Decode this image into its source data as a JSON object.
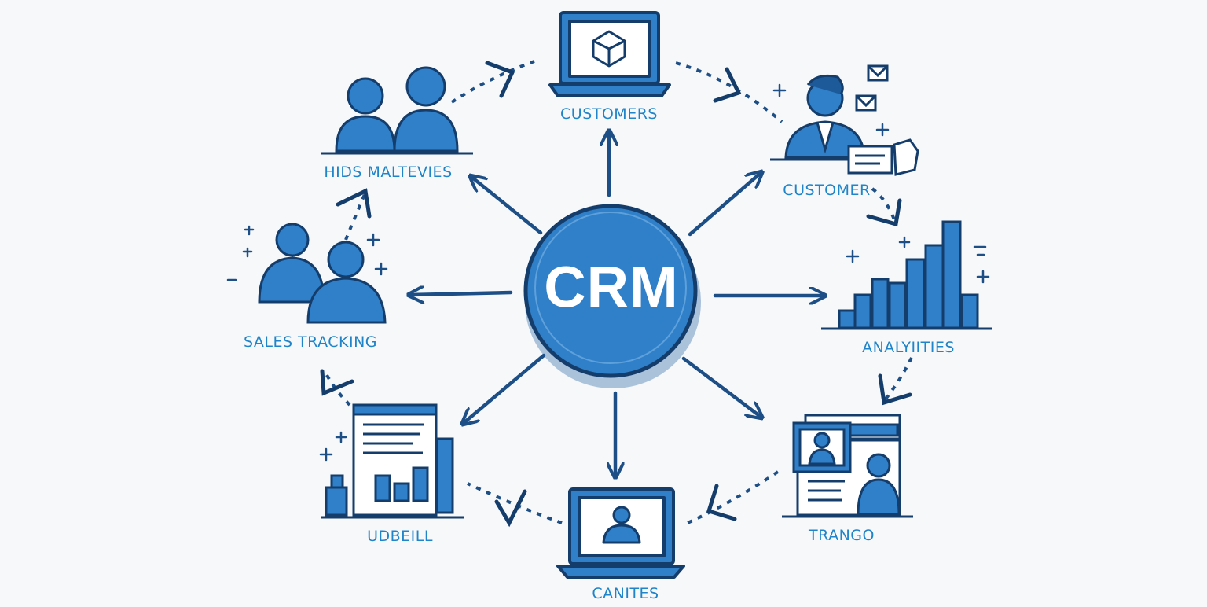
{
  "hub": {
    "label": "CRM"
  },
  "nodes": {
    "customers_top": "CUSTOMERS",
    "hids_maltevies": "HIDS MALTEVIES",
    "customer_right": "CUSTOMER",
    "sales_tracking": "SALES TRACKING",
    "analytics": "ANALYIITIES",
    "udbeill": "UDBEILL",
    "trango": "TRANGO",
    "canites": "CANITES"
  },
  "colors": {
    "primary": "#2f7fc9",
    "dark": "#143d6b",
    "label": "#1f84c9",
    "background": "#f7f8fa"
  }
}
